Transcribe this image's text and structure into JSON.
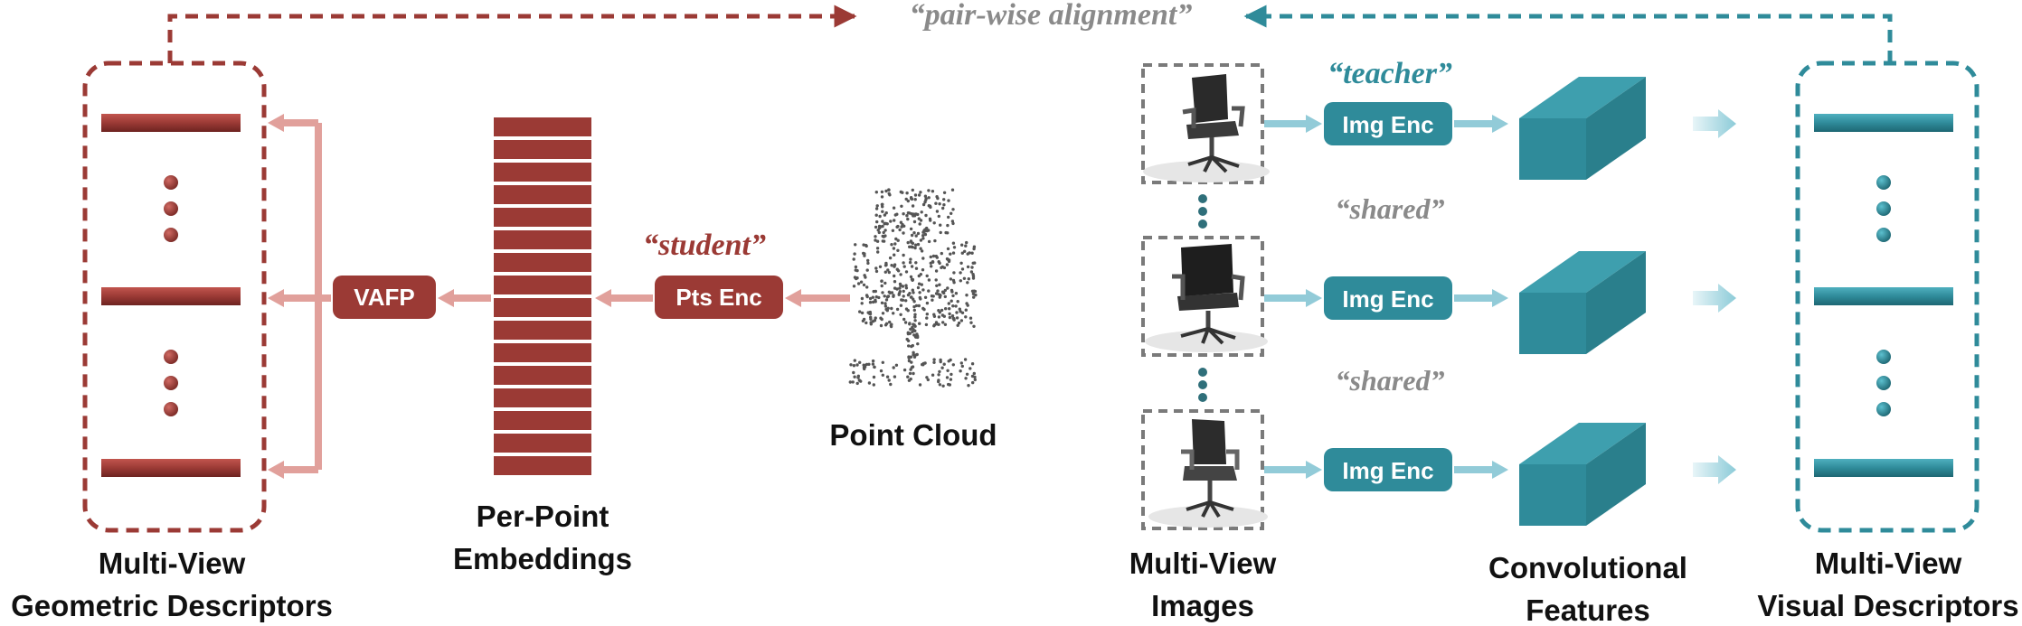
{
  "top_label": "“pair-wise alignment”",
  "student_label": "“student”",
  "teacher_label": "“teacher”",
  "shared_label_1": "“shared”",
  "shared_label_2": "“shared”",
  "vafp_label": "VAFP",
  "pts_enc_label": "Pts Enc",
  "img_enc_label": "Img Enc",
  "captions": {
    "geo_line1": "Multi-View",
    "geo_line2": "Geometric Descriptors",
    "emb_line1": "Per-Point",
    "emb_line2": "Embeddings",
    "point_cloud": "Point Cloud",
    "images_line1": "Multi-View",
    "images_line2": "Images",
    "conv_line1": "Convolutional",
    "conv_line2": "Features",
    "vis_line1": "Multi-View",
    "vis_line2": "Visual Descriptors"
  },
  "colors": {
    "geometric": "#9b3a35",
    "geometric_light": "#e1a09b",
    "visual": "#2f8b9a",
    "visual_light": "#92cbd8",
    "label_gray": "#8a8a8a"
  }
}
